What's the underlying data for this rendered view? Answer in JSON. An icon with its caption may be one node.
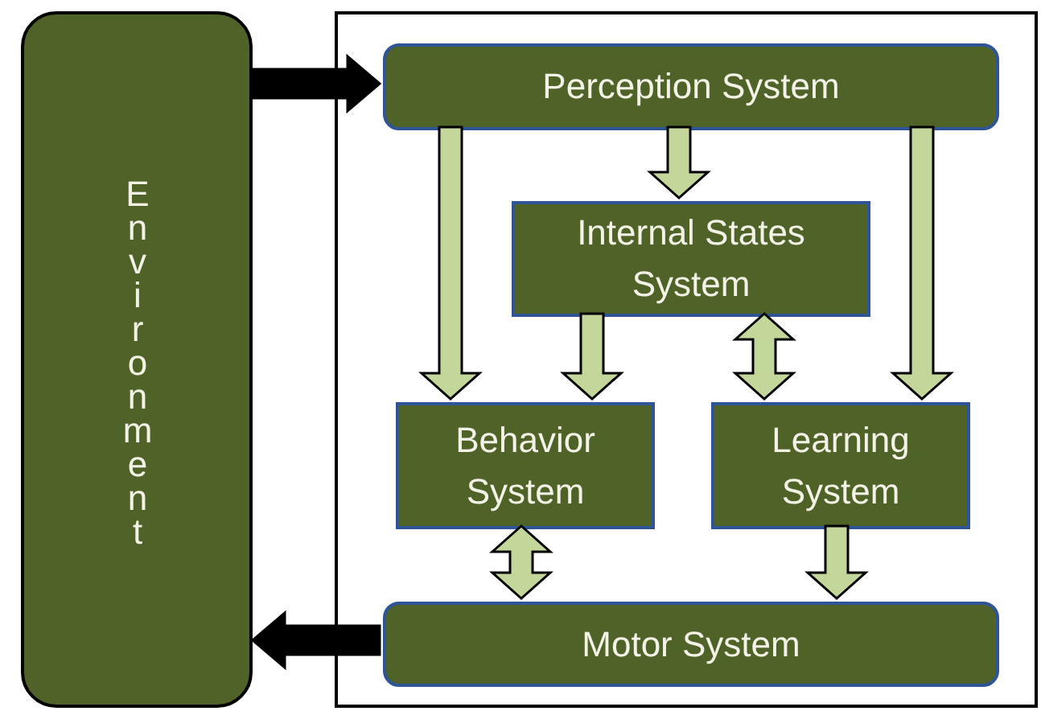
{
  "diagram": {
    "nodes": [
      {
        "text": [
          "Environment"
        ]
      },
      {
        "text": [],
        "shape": "box"
      },
      {
        "text": [
          "Perception System"
        ],
        "in": 1
      },
      {
        "text": [
          "Internal States System"
        ],
        "in": 1
      },
      {
        "text": [
          "Behavior System"
        ],
        "in": 1
      },
      {
        "text": [
          "Learning System"
        ],
        "in": 1
      },
      {
        "text": [
          "Motor System"
        ],
        "in": 1
      }
    ],
    "edges": [
      {
        "from": 0,
        "to": 2,
        "arrow": "to",
        "color": "#000000"
      },
      {
        "from": 2,
        "to": 3,
        "arrow": "to"
      },
      {
        "from": 2,
        "to": 4,
        "arrow": "to"
      },
      {
        "from": 2,
        "to": 5,
        "arrow": "to"
      },
      {
        "from": 3,
        "to": 4,
        "arrow": "to"
      },
      {
        "from": 3,
        "to": 5,
        "arrow": "both"
      },
      {
        "from": 4,
        "to": 6,
        "arrow": "both"
      },
      {
        "from": 5,
        "to": 6,
        "arrow": "to"
      },
      {
        "from": 6,
        "to": 0,
        "arrow": "to",
        "color": "#000000"
      }
    ]
  }
}
